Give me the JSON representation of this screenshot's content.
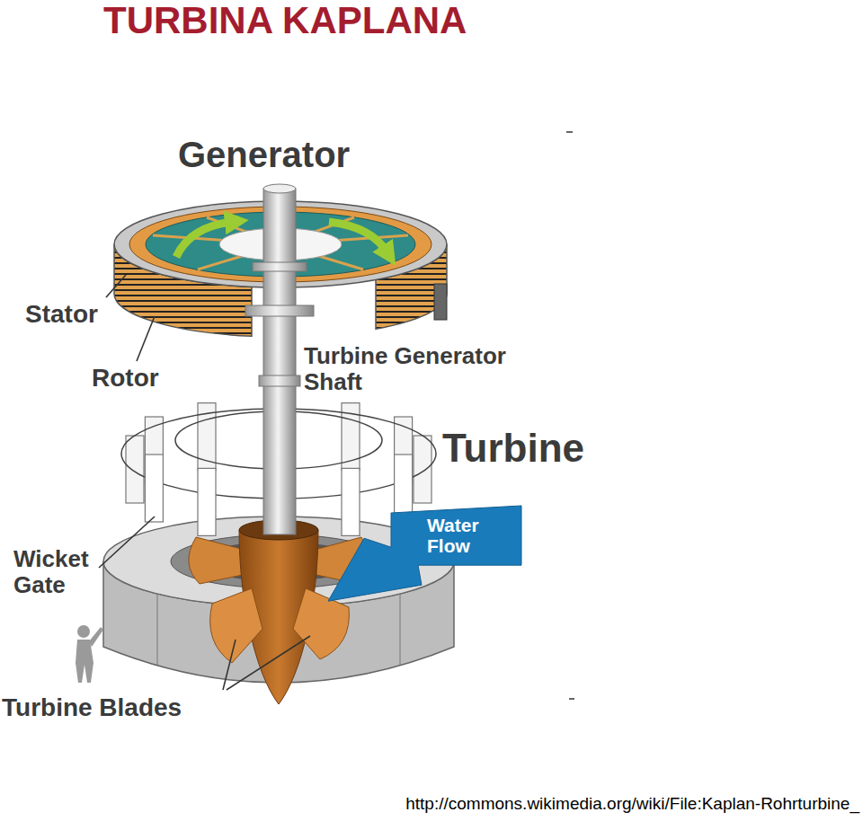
{
  "diagram": {
    "title": "TURBINA KAPLANA",
    "caption": "http://commons.wikimedia.org/wiki/File:Kaplan-Rohrturbine_",
    "nodes": [
      {
        "text": [
          "Water Flow"
        ]
      }
    ],
    "labels": [
      "Generator",
      "Stator",
      "Rotor",
      "Turbine Generator Shaft",
      "Turbine",
      "Wicket Gate",
      "Turbine Blades"
    ]
  }
}
